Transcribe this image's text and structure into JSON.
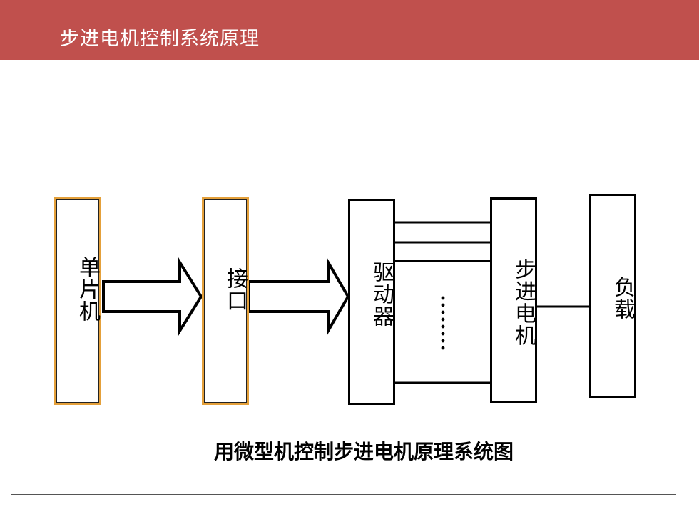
{
  "header": {
    "title": "步进电机控制系统原理"
  },
  "diagram": {
    "blocks": {
      "mcu": "单片机",
      "interface": "接口",
      "driver": "驱动器",
      "motor": "步进电机",
      "load": "负载"
    },
    "dots": "⋮⋮",
    "caption": "用微型机控制步进电机原理系统图"
  },
  "colors": {
    "header_bg": "#c0504d",
    "orange_border": "#e4a03a",
    "line": "#000000"
  }
}
